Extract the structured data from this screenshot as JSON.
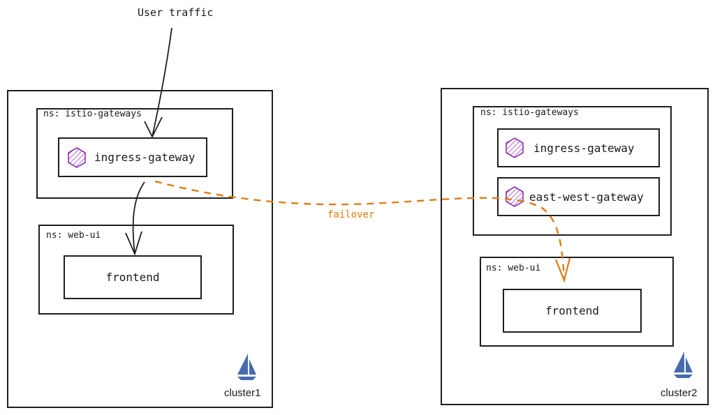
{
  "title": "User traffic",
  "failover_label": "failover",
  "colors": {
    "stroke": "#1e1e1e",
    "failover": "#e07b12",
    "service_icon": "#a040c0",
    "logo": "#466bb0"
  },
  "clusters": [
    {
      "name": "cluster1",
      "namespaces": [
        {
          "label": "ns: istio-gateways",
          "services": [
            "ingress-gateway"
          ]
        },
        {
          "label": "ns: web-ui",
          "services": [
            "frontend"
          ]
        }
      ]
    },
    {
      "name": "cluster2",
      "namespaces": [
        {
          "label": "ns: istio-gateways",
          "services": [
            "ingress-gateway",
            "east-west-gateway"
          ]
        },
        {
          "label": "ns: web-ui",
          "services": [
            "frontend"
          ]
        }
      ]
    }
  ],
  "icons": {
    "service": "hexagon-icon",
    "cluster_logo": "istio-sail-icon"
  }
}
